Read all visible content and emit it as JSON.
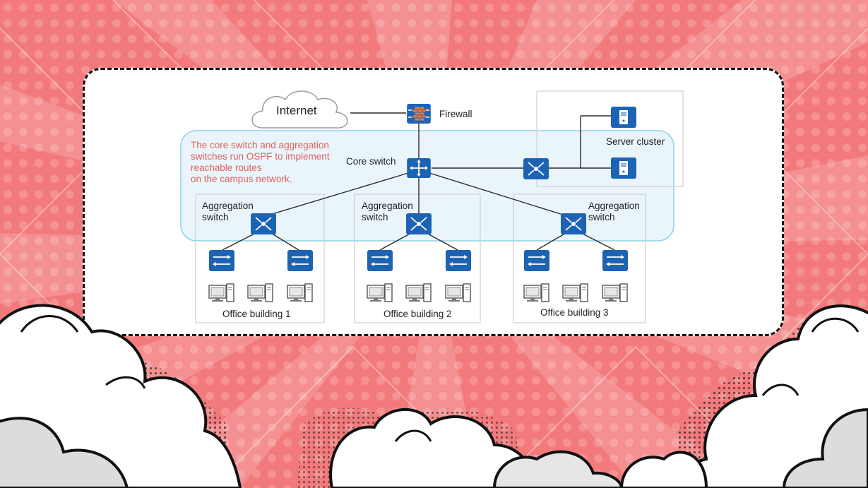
{
  "diagram": {
    "internet_label": "Internet",
    "firewall_label": "Firewall",
    "core_switch_label": "Core switch",
    "server_cluster_label": "Server cluster",
    "ospf_note": [
      "The core switch and aggregation",
      "switches run OSPF to implement",
      "reachable routes",
      "on the campus network."
    ],
    "aggregation_labels": [
      [
        "Aggregation",
        "switch"
      ],
      [
        "Aggregation",
        "switch"
      ],
      [
        "Aggregation",
        "switch"
      ]
    ],
    "buildings": [
      "Office building 1",
      "Office building 2",
      "Office building 3"
    ]
  },
  "colors": {
    "device_blue": "#1d63b3",
    "ospf_region": "#e9f5fb",
    "ospf_border": "#8fd0e4",
    "note_red": "#e0605c",
    "background": "#f27a7c"
  },
  "icons": [
    "cloud-icon",
    "firewall-icon",
    "core-router-icon",
    "aggregation-switch-icon",
    "access-switch-icon",
    "server-icon",
    "pc-icon"
  ]
}
